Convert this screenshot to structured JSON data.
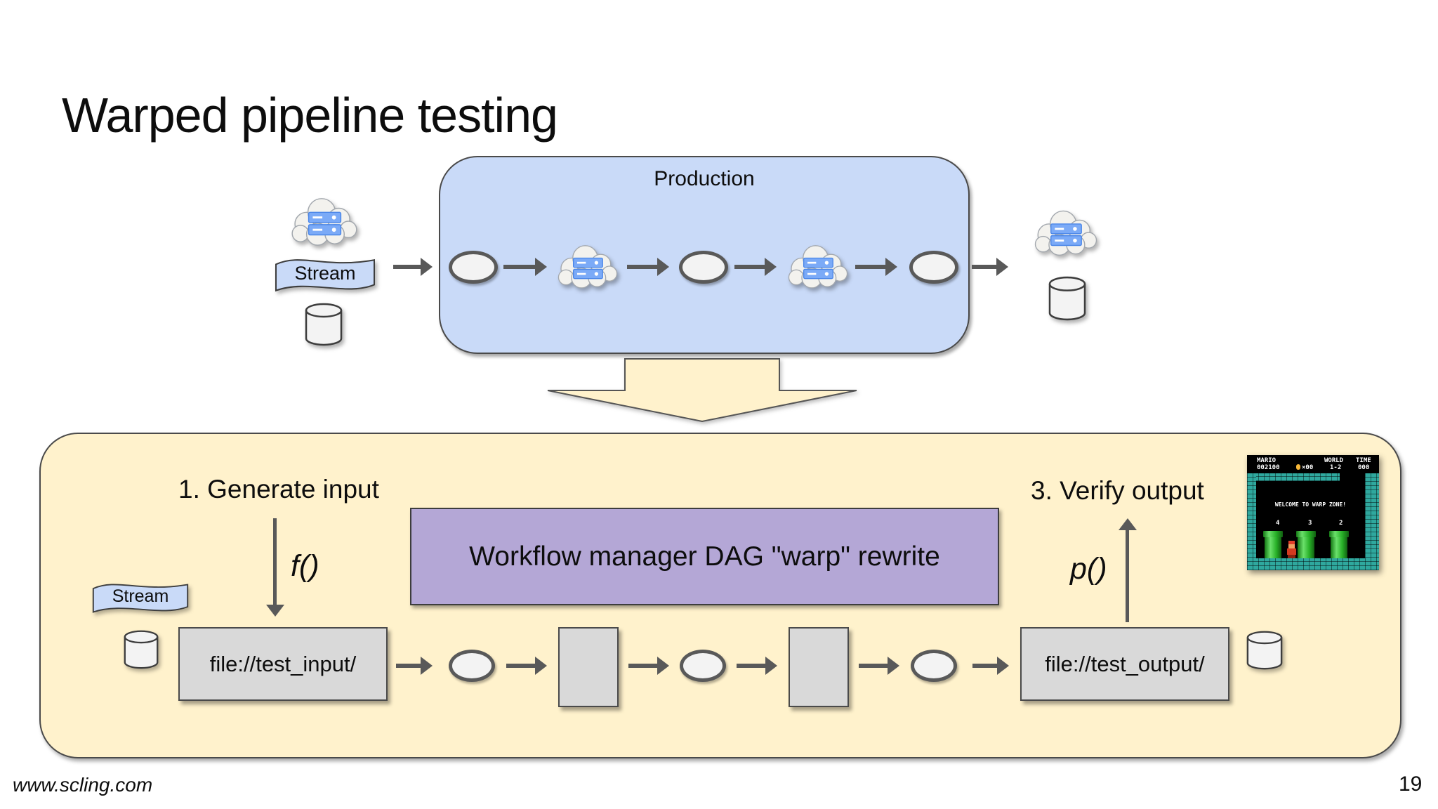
{
  "slide": {
    "title": "Warped pipeline testing",
    "footer_url": "www.scling.com",
    "page_number": "19"
  },
  "production": {
    "label": "Production",
    "stream_label": "Stream"
  },
  "test_harness": {
    "step1_label": "1. Generate input",
    "generate_fn": "f()",
    "stream_label": "Stream",
    "input_path": "file://test_input/",
    "warp_label": "Workflow manager DAG \"warp\" rewrite",
    "step3_label": "3. Verify output",
    "verify_fn": "p()",
    "output_path": "file://test_output/"
  },
  "mario_screenshot": {
    "hud": {
      "player": "MARIO",
      "score": "002100",
      "coins": "×00",
      "world_label": "WORLD",
      "world_value": "1-2",
      "time_label": "TIME",
      "time_value": "000"
    },
    "message": "WELCOME TO WARP ZONE!",
    "pipe_numbers": [
      "4",
      "3",
      "2"
    ]
  },
  "colors": {
    "production_fill": "#c9daf8",
    "harness_fill": "#fff2cc",
    "warp_fill": "#b4a7d6",
    "node_fill": "#f3f3f3",
    "box_fill": "#d9d9d9",
    "arrow": "#595959",
    "brick_teal": "#2fa89e",
    "pipe_green": "#28b028"
  }
}
